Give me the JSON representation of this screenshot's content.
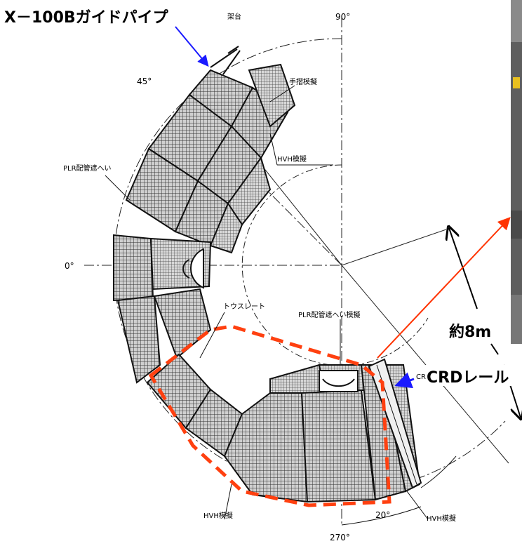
{
  "annotations": {
    "guide_pipe": "X－100Bガイドパイプ",
    "distance": "約8m",
    "crd_rail": "CRDレール"
  },
  "drawing_labels": {
    "stand": "架台",
    "handrail": "手摺模擬",
    "hvh_top": "HVH模擬",
    "plr_fence": "PLR配管遮へい",
    "toe_plate": "トウスレート",
    "plr_fence_mock": "PLR配管遮へい模擬",
    "hvh_bottom": "HVH模擬",
    "hvh_right": "HVH模擬",
    "rail_tag": "CR"
  },
  "angles": {
    "a90": "90°",
    "a45": "45°",
    "a0": "0°",
    "a20": "20°",
    "a270": "270°"
  },
  "colors": {
    "annotation_arrow": "#1a1aff",
    "pointer_line": "#ff3300",
    "dashed_outline": "#ff4010",
    "drawing_ink": "#222222",
    "grating_fill": "#9a9a9a",
    "photo_panel": "#6b6b6b"
  }
}
